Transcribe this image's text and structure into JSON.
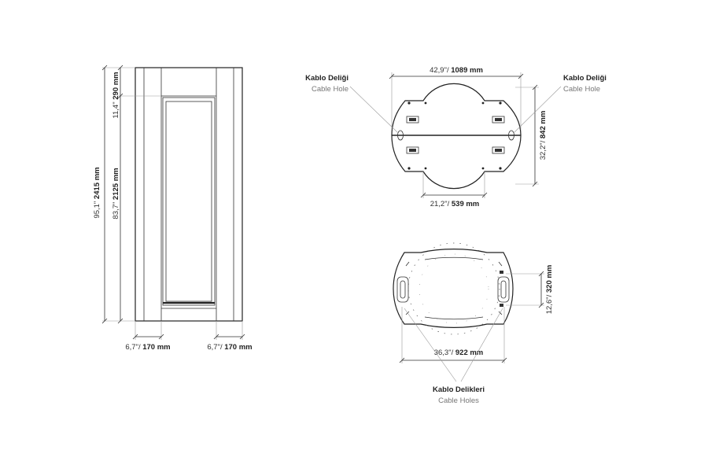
{
  "elevation": {
    "total_height": {
      "imperial": "95,1\"",
      "metric": "2415 mm"
    },
    "door_height": {
      "imperial": "83,7\"",
      "metric": "2125 mm"
    },
    "top_height": {
      "imperial": "11,4\"",
      "metric": "290 mm"
    },
    "left_side_width": {
      "imperial": "6,7\"/",
      "metric": "170 mm"
    },
    "right_side_width": {
      "imperial": "6,7\"/",
      "metric": "170 mm"
    }
  },
  "top_plan": {
    "width": {
      "imperial": "42,9\"/",
      "metric": "1089 mm"
    },
    "depth": {
      "imperial": "32,2\"/",
      "metric": "842 mm"
    },
    "inner_width": {
      "imperial": "21,2\"/",
      "metric": "539 mm"
    },
    "cable_hole_left": {
      "tr": "Kablo Deliği",
      "en": "Cable Hole"
    },
    "cable_hole_right": {
      "tr": "Kablo Deliği",
      "en": "Cable Hole"
    }
  },
  "bottom_plan": {
    "width": {
      "imperial": "36,3\"/",
      "metric": "922 mm"
    },
    "hole_spacing": {
      "imperial": "12,6\"/",
      "metric": "320 mm"
    },
    "cable_holes": {
      "tr": "Kablo Delikleri",
      "en": "Cable Holes"
    }
  }
}
